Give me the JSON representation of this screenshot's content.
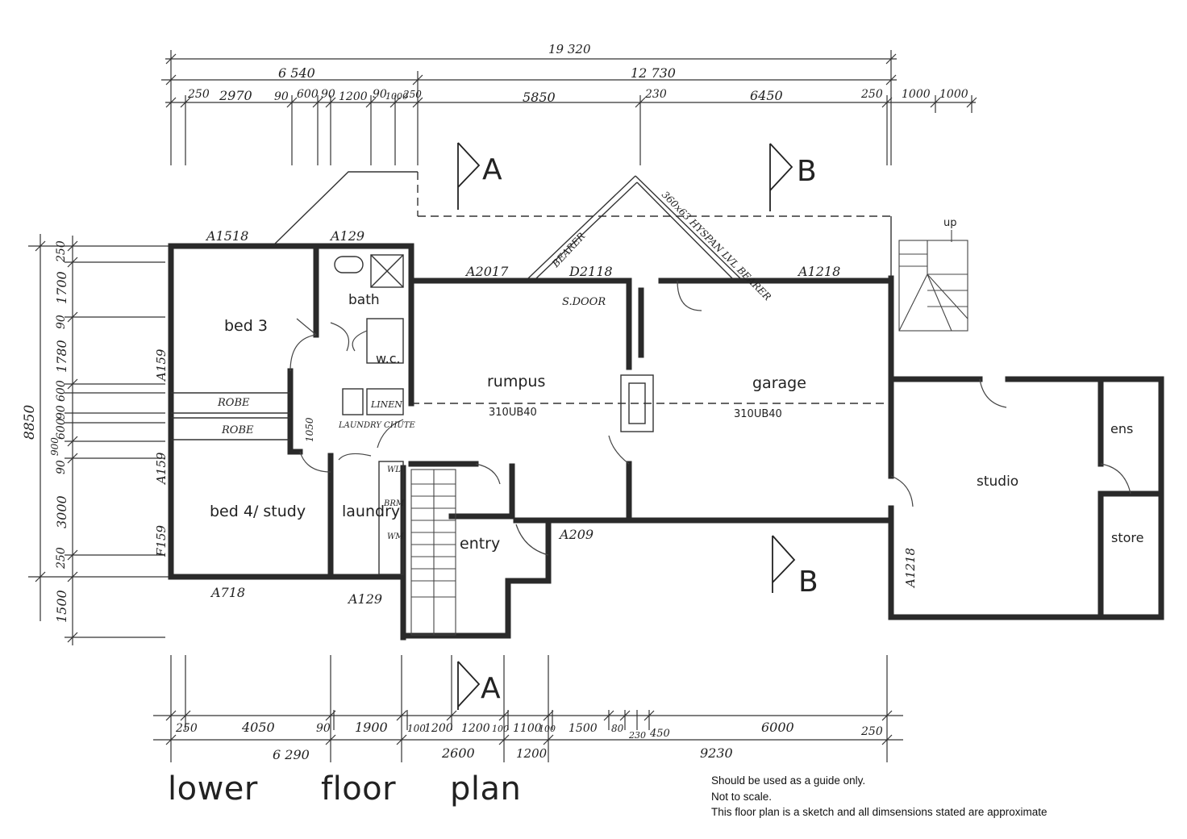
{
  "title": {
    "word1": "lower",
    "word2": "floor",
    "word3": "plan"
  },
  "disclaimer": [
    "Should be used as a guide only.",
    "Not to scale.",
    "This floor plan is a sketch and all dimsensions stated are approximate"
  ],
  "rooms": {
    "bed3": "bed 3",
    "bath": "bath",
    "wc": "w.c.",
    "rumpus": "rumpus",
    "garage": "garage",
    "robe1": "ROBE",
    "robe2": "ROBE",
    "linen": "LINEN",
    "laundry_chute": "LAUNDRY CHUTE",
    "bed4": "bed 4/ study",
    "laundry": "laundry",
    "entry": "entry",
    "studio": "studio",
    "ens": "ens",
    "store": "store",
    "up": "up",
    "brm": "BRM",
    "wm": "WM",
    "wl": "WL"
  },
  "beams": {
    "rumpus": "310UB40",
    "garage": "310UB40"
  },
  "notes": {
    "s_door": "S.DOOR",
    "bearer_left": "BEARER",
    "bearer_right": "360x63 HYSPAN LVL BEARER",
    "wall_1050": "1050"
  },
  "sections": {
    "a_top": "A",
    "b_top": "B",
    "b_bottom": "B",
    "a_bottom": "A"
  },
  "windows": {
    "w1": "A1518",
    "w2": "A129",
    "w3": "A2017",
    "w4": "D2118",
    "w5": "A1218",
    "w6": "A159",
    "w7": "A159",
    "w8": "F159",
    "w9": "A718",
    "w10": "A129",
    "w11": "A209",
    "w12": "A1218"
  },
  "dims_top": {
    "overall": "19 320",
    "left_group": "6 540",
    "right_group": "12 730",
    "segments": [
      "250",
      "2970",
      "90",
      "600",
      "90",
      "1200",
      "90",
      "1000",
      "250",
      "5850",
      "230",
      "6450",
      "250",
      "1000",
      "1000"
    ]
  },
  "dims_left": {
    "overall": "8850",
    "segments": [
      "250",
      "1700",
      "90",
      "1780",
      "600",
      "90",
      "600",
      "900",
      "90",
      "3000",
      "250",
      "1500"
    ]
  },
  "dims_bottom": {
    "segments": [
      "250",
      "4050",
      "90",
      "1900",
      "100",
      "1200",
      "1200",
      "100",
      "1100",
      "100",
      "1500",
      "80",
      "230",
      "450",
      "6000",
      "250"
    ],
    "totals": [
      "6 290",
      "2600",
      "1200",
      "9230"
    ]
  }
}
